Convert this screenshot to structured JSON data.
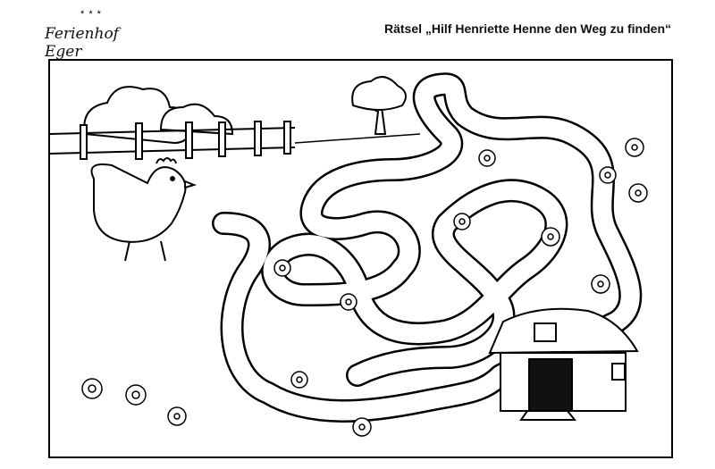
{
  "header": {
    "logo_text": "Ferienhof Eger",
    "logo_stars": "* * *",
    "title": "Rätsel „Hilf Henriette Henne den Weg zu finden“"
  },
  "icons": [
    "hen-icon",
    "barn-icon",
    "tree-icon",
    "fence-icon",
    "flower-icon",
    "maze"
  ]
}
